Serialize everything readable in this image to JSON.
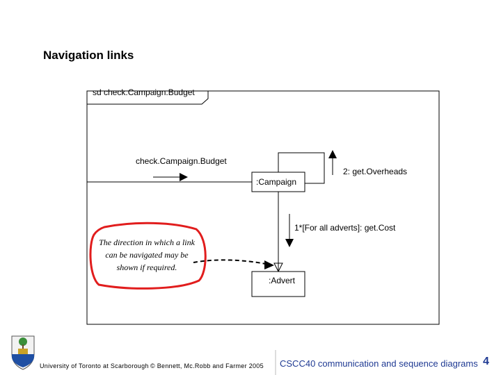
{
  "slide": {
    "title": "Navigation links"
  },
  "diagram": {
    "frame_label": "sd check.Campaign.Budget",
    "incoming_message": "check.Campaign.Budget",
    "lifelines": {
      "campaign": ":Campaign",
      "advert": ":Advert"
    },
    "messages": {
      "self_message": "2: get.Overheads",
      "iteration_message": "1*[For all adverts]: get.Cost"
    },
    "note": "The direction in which a link can be navigated may be shown if required.",
    "colors": {
      "highlight": "#e11d1d",
      "line": "#000000"
    }
  },
  "footer": {
    "university": "University of Toronto at Scarborough",
    "copyright": "© Bennett, Mc.Robb and Farmer 2005",
    "course": "CSCC40  communication and sequence diagrams",
    "page": "4"
  },
  "icons": {
    "logo": "university-crest-icon"
  }
}
